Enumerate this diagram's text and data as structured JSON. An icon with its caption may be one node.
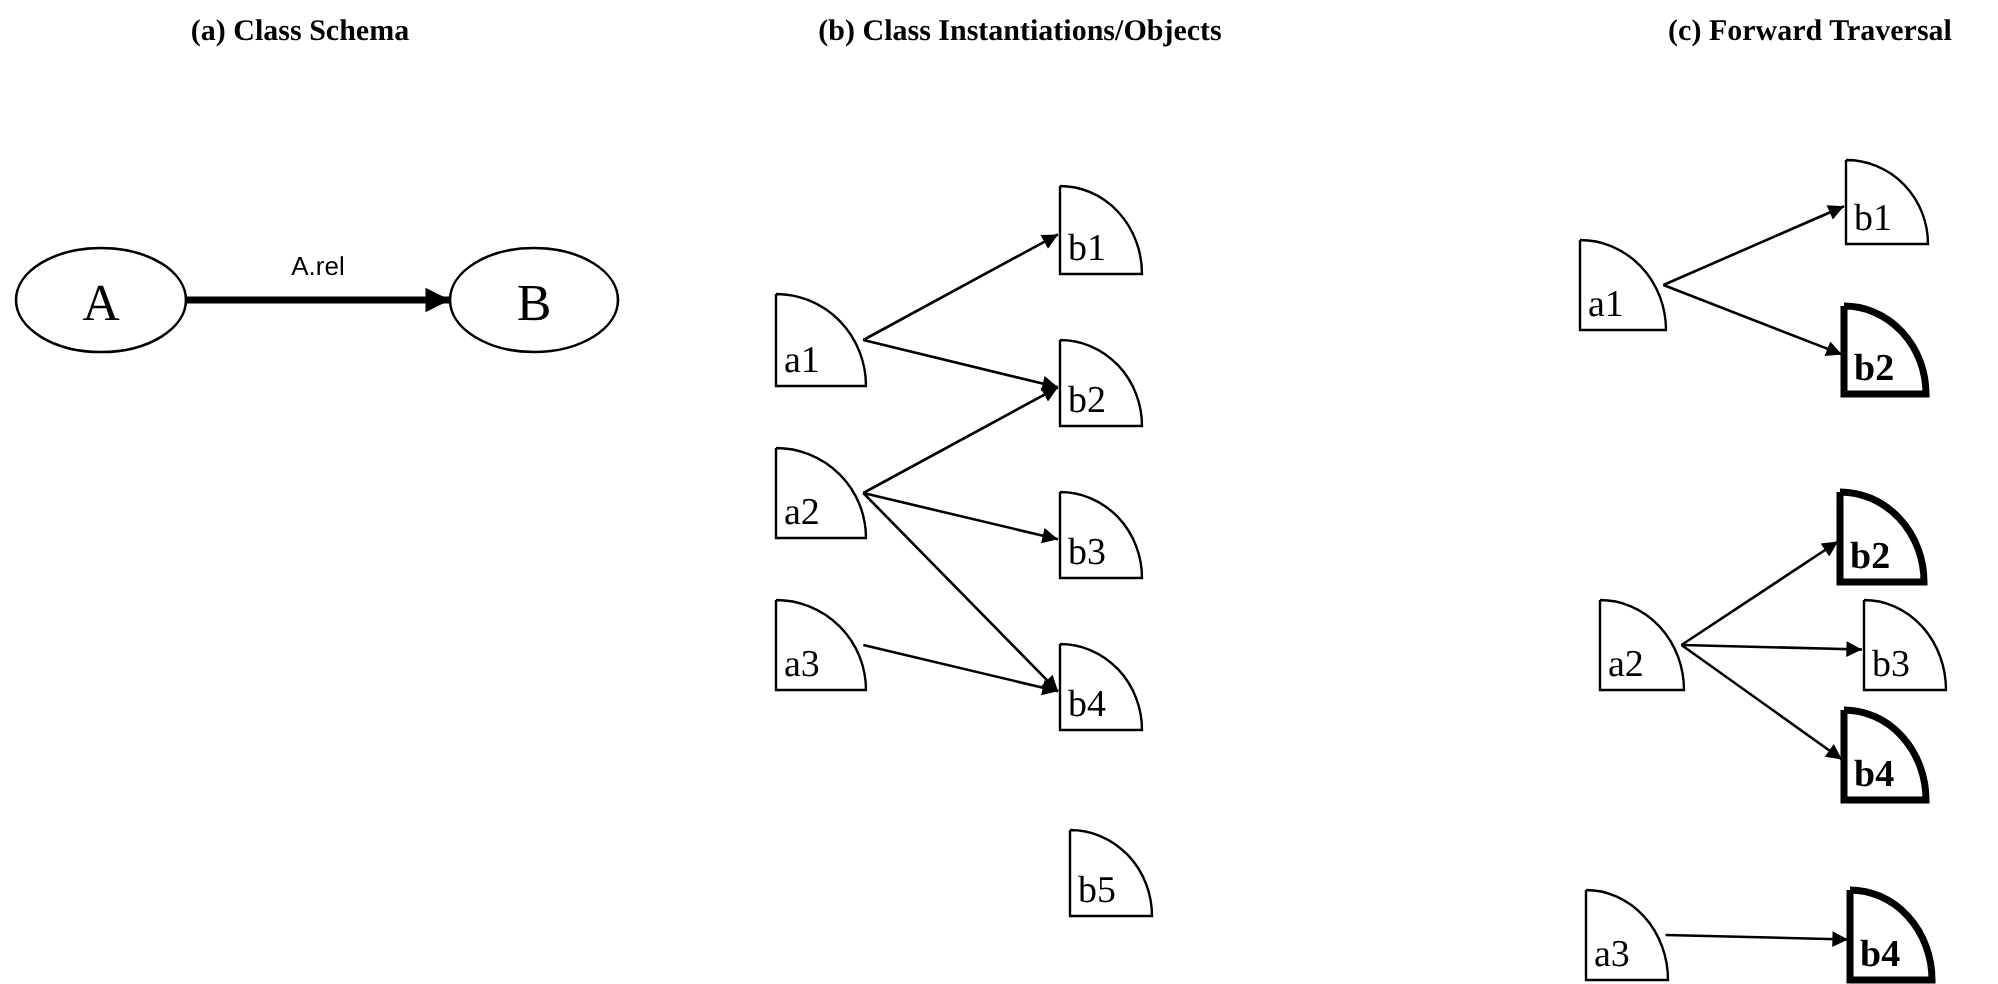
{
  "diagram": {
    "nodes": [
      {
        "text": [
          "A"
        ]
      },
      {
        "text": [
          "B"
        ]
      },
      {
        "text": [
          "a1"
        ]
      },
      {
        "text": [
          "a2"
        ]
      },
      {
        "text": [
          "a3"
        ]
      },
      {
        "text": [
          "b1"
        ]
      },
      {
        "text": [
          "b2"
        ]
      },
      {
        "text": [
          "b3"
        ]
      },
      {
        "text": [
          "b4"
        ]
      },
      {
        "text": [
          "b5"
        ]
      },
      {
        "text": [
          "b1"
        ]
      },
      {
        "text": [
          "a1"
        ]
      },
      {
        "text": [
          "b2"
        ]
      },
      {
        "text": [
          "b2"
        ]
      },
      {
        "text": [
          "a2"
        ]
      },
      {
        "text": [
          "b3"
        ]
      },
      {
        "text": [
          "b4"
        ]
      },
      {
        "text": [
          "a3"
        ]
      },
      {
        "text": [
          "b4"
        ]
      }
    ],
    "edges": [
      {
        "from": 0,
        "to": 1,
        "arrow": "to",
        "label": "A.rel",
        "style": "thick"
      },
      {
        "from": 2,
        "to": 5,
        "arrow": "to"
      },
      {
        "from": 2,
        "to": 6,
        "arrow": "to"
      },
      {
        "from": 3,
        "to": 6,
        "arrow": "to"
      },
      {
        "from": 3,
        "to": 7,
        "arrow": "to"
      },
      {
        "from": 3,
        "to": 8,
        "arrow": "to"
      },
      {
        "from": 4,
        "to": 8,
        "arrow": "to"
      },
      {
        "from": 11,
        "to": 10,
        "arrow": "to"
      },
      {
        "from": 11,
        "to": 12,
        "arrow": "to"
      },
      {
        "from": 14,
        "to": 13,
        "arrow": "to"
      },
      {
        "from": 14,
        "to": 15,
        "arrow": "to"
      },
      {
        "from": 14,
        "to": 16,
        "arrow": "to"
      },
      {
        "from": 17,
        "to": 18,
        "arrow": "to"
      }
    ],
    "labels": [
      "(a) Class Schema",
      "(b) Class Instantiations/Objects",
      "(c) Forward Traversal"
    ]
  }
}
